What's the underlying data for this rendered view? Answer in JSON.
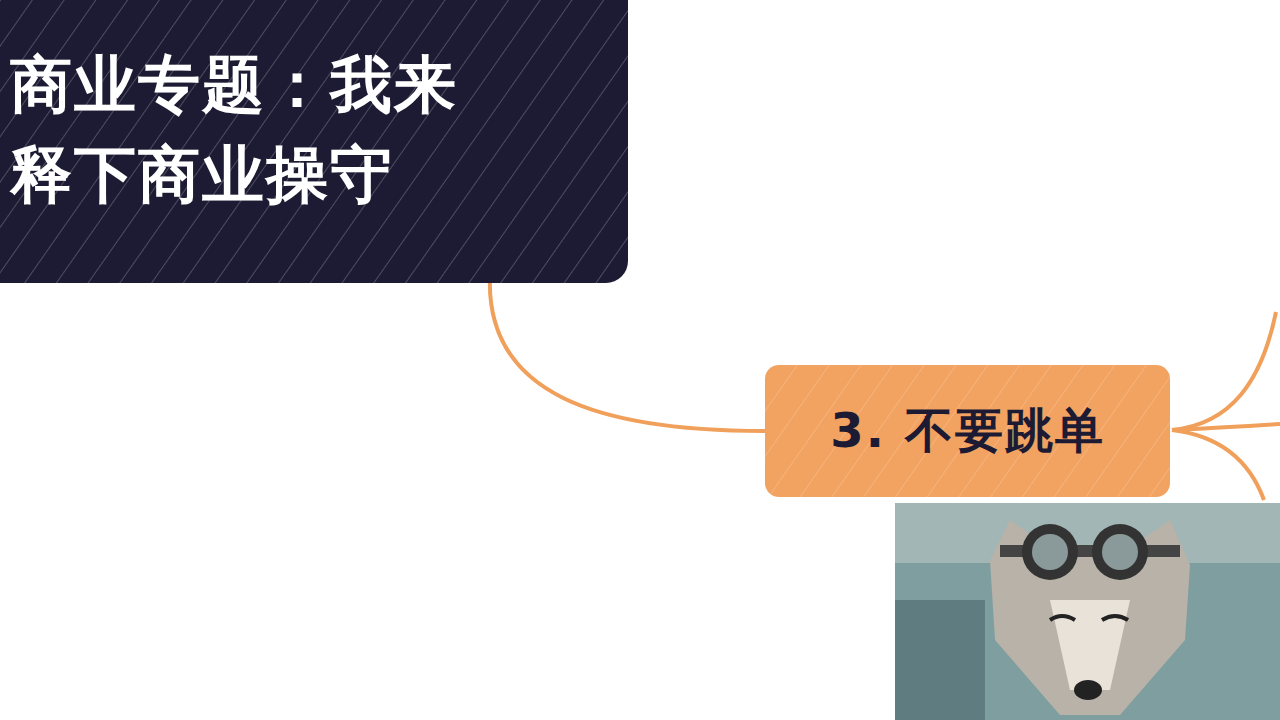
{
  "diagram": {
    "nodes": [
      {
        "text": [
          "商业专题：我来 释下商业操守"
        ]
      },
      {
        "text": [
          "3. 不要跳单"
        ]
      }
    ],
    "edges": [
      {
        "from": 0,
        "to": 1,
        "arrow": "none"
      }
    ]
  }
}
